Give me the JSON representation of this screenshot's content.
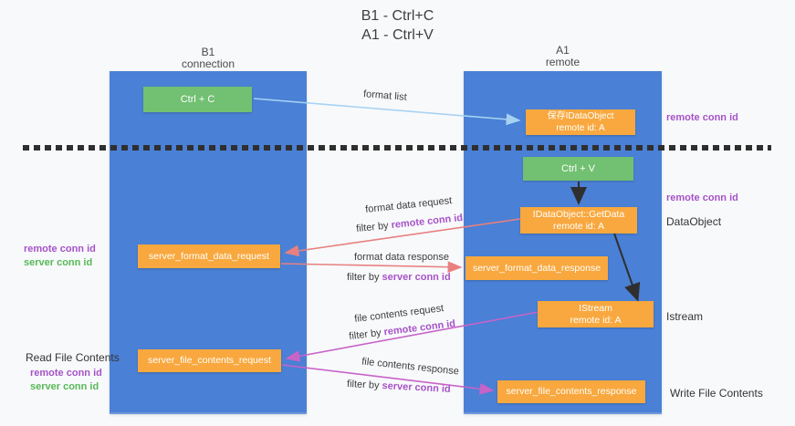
{
  "title": {
    "line1": "B1 - Ctrl+C",
    "line2": "A1 - Ctrl+V"
  },
  "columns": {
    "left": {
      "name": "B1",
      "role": "connection"
    },
    "right": {
      "name": "A1",
      "role": "remote"
    }
  },
  "nodes": {
    "ctrl_c": "Ctrl + C",
    "save_dataobject": {
      "line1": "保存IDataObject",
      "line2": "remote id: A"
    },
    "ctrl_v": "Ctrl + V",
    "getdata": {
      "line1": "IDataObject::GetData",
      "line2": "remote id: A"
    },
    "istream": {
      "line1": "IStream",
      "line2": "remote id: A"
    },
    "server_format_data_request": "server_format_data_request",
    "server_format_data_response": "server_format_data_response",
    "server_file_contents_request": "server_file_contents_request",
    "server_file_contents_response": "server_file_contents_response"
  },
  "labels": {
    "remote_conn_id": "remote conn id",
    "server_conn_id": "server conn id",
    "dataobject": "DataObject",
    "istream": "Istream",
    "read_file_contents": "Read File Contents",
    "write_file_contents": "Write File Contents"
  },
  "arrows": {
    "format_list": "format list",
    "format_data_request": "format data request",
    "format_data_response": "format data response",
    "file_contents_request": "file contents request",
    "file_contents_response": "file contents response",
    "filter_by": "filter by "
  },
  "colors": {
    "column_blue": "#4a80d5",
    "box_green": "#72c072",
    "box_orange": "#f8a83e",
    "arrow_salmon": "#e88080",
    "arrow_magenta": "#c863c8",
    "arrow_lightblue": "#a6d2f2",
    "arrow_black": "#2f2f2f",
    "label_purple": "#a653c8",
    "label_green": "#57b957"
  }
}
